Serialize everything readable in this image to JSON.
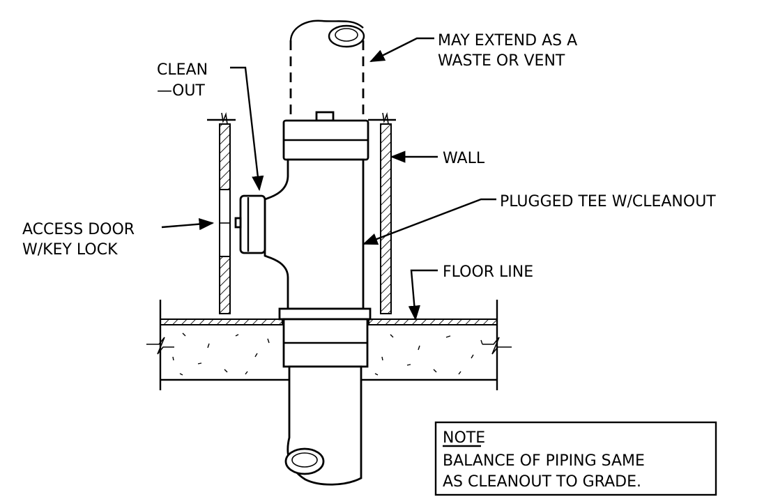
{
  "labels": {
    "extend_line1": "MAY EXTEND AS A",
    "extend_line2": "WASTE OR VENT",
    "cleanout_line1": "CLEAN",
    "cleanout_line2": "—OUT",
    "wall": "WALL",
    "plugged_tee": "PLUGGED TEE W/CLEANOUT",
    "access_door_line1": "ACCESS DOOR",
    "access_door_line2": "W/KEY LOCK",
    "floor_line": "FLOOR LINE"
  },
  "note": {
    "heading": "NOTE",
    "line1": "BALANCE OF PIPING SAME",
    "line2": "AS CLEANOUT TO GRADE."
  },
  "colors": {
    "ink": "#000000",
    "paper": "#ffffff"
  }
}
